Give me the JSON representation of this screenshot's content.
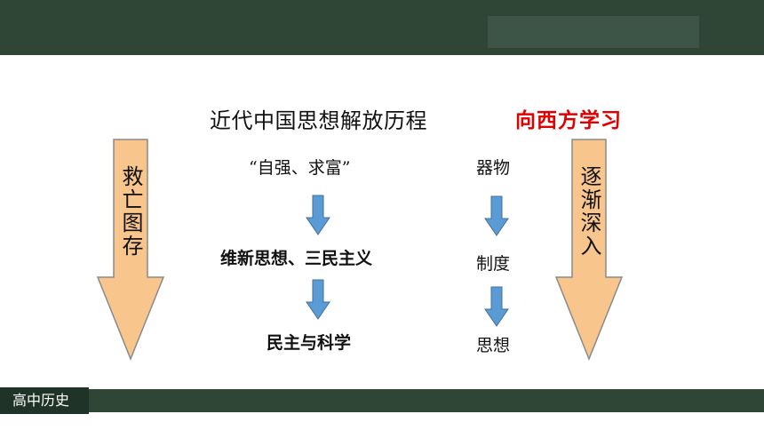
{
  "header": {
    "title": "近代中国思想解放历程",
    "subtitle": "向西方学习"
  },
  "left_arrow": {
    "label": "救亡图存",
    "color": "#f8c58c"
  },
  "right_arrow": {
    "label": "逐渐深入",
    "color": "#f8c58c"
  },
  "left_column": {
    "items": [
      "“自强、求富”",
      "维新思想、三民主义",
      "民主与科学"
    ]
  },
  "right_column": {
    "items": [
      "器物",
      "制度",
      "思想"
    ]
  },
  "footer": {
    "label": "高中历史"
  },
  "colors": {
    "bar": "#2f4637",
    "accent_red": "#e00000",
    "small_arrow_blue": "#5b9bd5"
  }
}
